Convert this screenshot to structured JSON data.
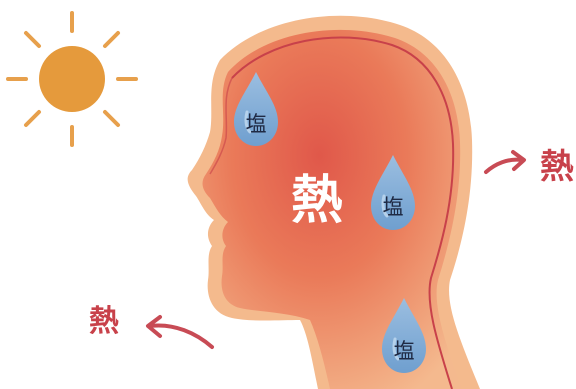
{
  "labels": {
    "heat_center": "熱",
    "heat_right": "熱",
    "heat_left": "熱",
    "salt": [
      "塩",
      "塩",
      "塩"
    ]
  },
  "colors": {
    "sun": "#E59A3C",
    "sun_rays": "#E7A04C",
    "head_outline_outer": "#F2B98A",
    "head_fill_inner": "#E96B4F",
    "head_fill_edge": "#F6C49A",
    "head_line": "#C8414A",
    "drop": "#7FA8D2",
    "drop_highlight": "#B5D1EB",
    "arrow": "#C84B55",
    "heat_text_dark": "#C8414A",
    "heat_text_light": "#FFFFFF",
    "salt_text": "#1F2A44"
  },
  "icons": {
    "sun": "sun-icon",
    "drop": "water-drop-icon",
    "arrow": "curved-arrow-icon"
  }
}
